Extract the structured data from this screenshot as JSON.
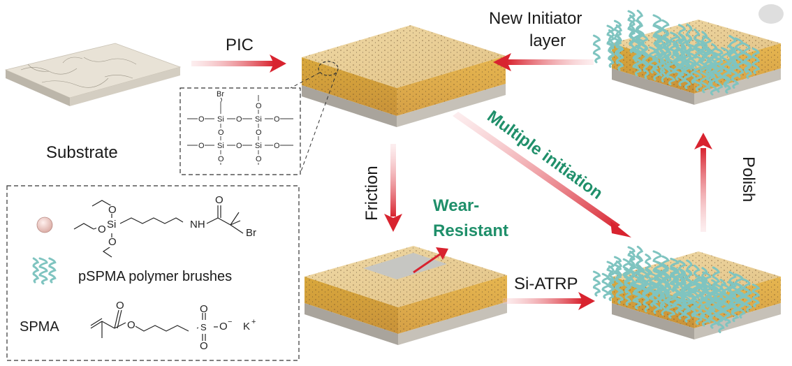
{
  "labels": {
    "substrate": "Substrate",
    "pic": "PIC",
    "new_initiator_line1": "New Initiator",
    "new_initiator_line2": "layer",
    "friction": "Friction",
    "wear_line1": "Wear-",
    "wear_line2": "Resistant",
    "multiple_initiation": "Multiple initiation",
    "polish": "Polish",
    "si_atrp": "Si-ATRP"
  },
  "legend": {
    "brushes": "pSPMA polymer brushes",
    "spma": "SPMA"
  },
  "chem": {
    "br": "Br",
    "si": "Si",
    "o": "O",
    "nh": "NH",
    "k": "K"
  },
  "colors": {
    "arrow": "#e0303a",
    "highlight": "#1f8f6a",
    "coating": "#e8c27a",
    "brush": "#7fc4c0"
  }
}
